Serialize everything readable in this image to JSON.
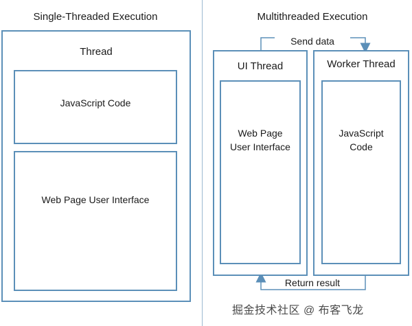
{
  "left": {
    "title": "Single-Threaded Execution",
    "thread_label": "Thread",
    "js_code_label": "JavaScript Code",
    "ui_label": "Web Page User Interface"
  },
  "right": {
    "title": "Multithreaded Execution",
    "send_label": "Send data",
    "return_label": "Return result",
    "ui_thread_label": "UI Thread",
    "ui_inner_label": "Web Page User Interface",
    "worker_thread_label": "Worker Thread",
    "worker_inner_label": "JavaScript Code"
  },
  "watermark": "掘金技术社区 @ 布客飞龙",
  "colors": {
    "border": "#5b8fb8",
    "divider": "#9bb9d1"
  }
}
